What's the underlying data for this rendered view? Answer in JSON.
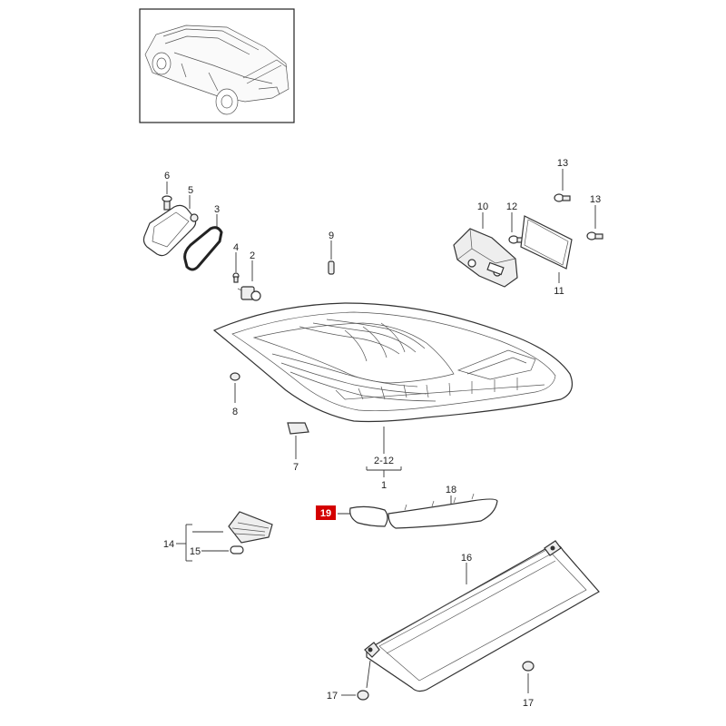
{
  "diagram": {
    "type": "exploded-parts-diagram",
    "highlight_color": "#d40000",
    "callouts": {
      "c1": "1",
      "c2": "2",
      "c3": "3",
      "c4": "4",
      "c5": "5",
      "c6": "6",
      "c7": "7",
      "c8": "8",
      "c9": "9",
      "c10": "10",
      "c11": "11",
      "c12": "12",
      "c13a": "13",
      "c13b": "13",
      "c14": "14",
      "c15": "15",
      "c16": "16",
      "c17a": "17",
      "c17b": "17",
      "c18": "18",
      "c19": "19",
      "c2_12": "2-12"
    }
  }
}
